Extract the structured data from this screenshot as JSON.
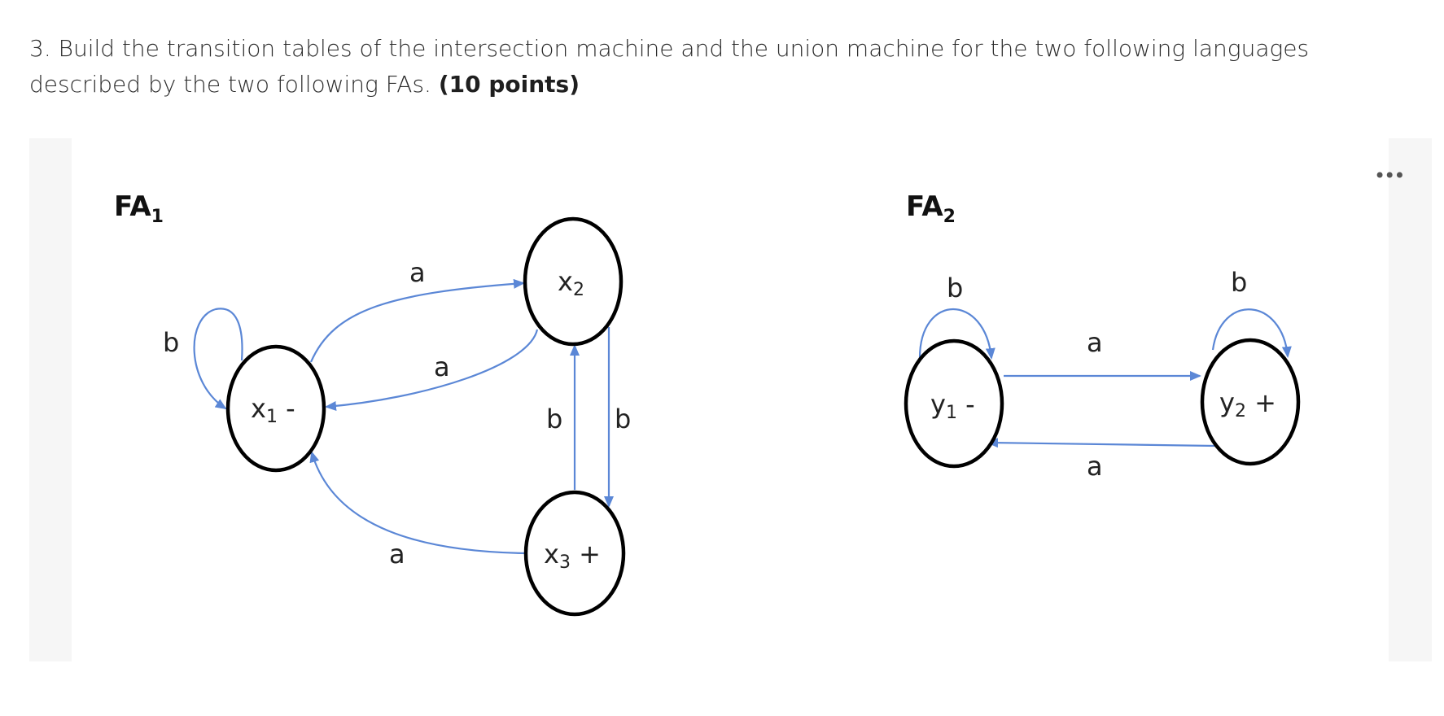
{
  "question": {
    "text": "3. Build the transition tables of the intersection machine and the union machine for the two following languages described by the two following FAs.",
    "points": "(10 points)"
  },
  "menu": {
    "more_label": "•••",
    "icon": "ellipsis-icon"
  },
  "colors": {
    "edge": "#5b87d6",
    "node_border": "#000000",
    "frame": "#f6f6f6"
  },
  "fa1": {
    "title": "FA",
    "title_sub": "1",
    "states": [
      {
        "id": "x1",
        "base": "x",
        "sub": "1",
        "suffix": " -"
      },
      {
        "id": "x2",
        "base": "x",
        "sub": "2",
        "suffix": ""
      },
      {
        "id": "x3",
        "base": "x",
        "sub": "3",
        "suffix": " +"
      }
    ],
    "transitions": [
      {
        "from": "x1",
        "to": "x1",
        "label": "b"
      },
      {
        "from": "x1",
        "to": "x2",
        "label": "a"
      },
      {
        "from": "x2",
        "to": "x1",
        "label": "a"
      },
      {
        "from": "x2",
        "to": "x3",
        "label": "b"
      },
      {
        "from": "x3",
        "to": "x2",
        "label": "b"
      },
      {
        "from": "x3",
        "to": "x1",
        "label": "a"
      }
    ]
  },
  "fa2": {
    "title": "FA",
    "title_sub": "2",
    "states": [
      {
        "id": "y1",
        "base": "y",
        "sub": "1",
        "suffix": " -"
      },
      {
        "id": "y2",
        "base": "y",
        "sub": "2",
        "suffix": " +"
      }
    ],
    "transitions": [
      {
        "from": "y1",
        "to": "y1",
        "label": "b"
      },
      {
        "from": "y2",
        "to": "y2",
        "label": "b"
      },
      {
        "from": "y1",
        "to": "y2",
        "label": "a"
      },
      {
        "from": "y2",
        "to": "y1",
        "label": "a"
      }
    ]
  }
}
